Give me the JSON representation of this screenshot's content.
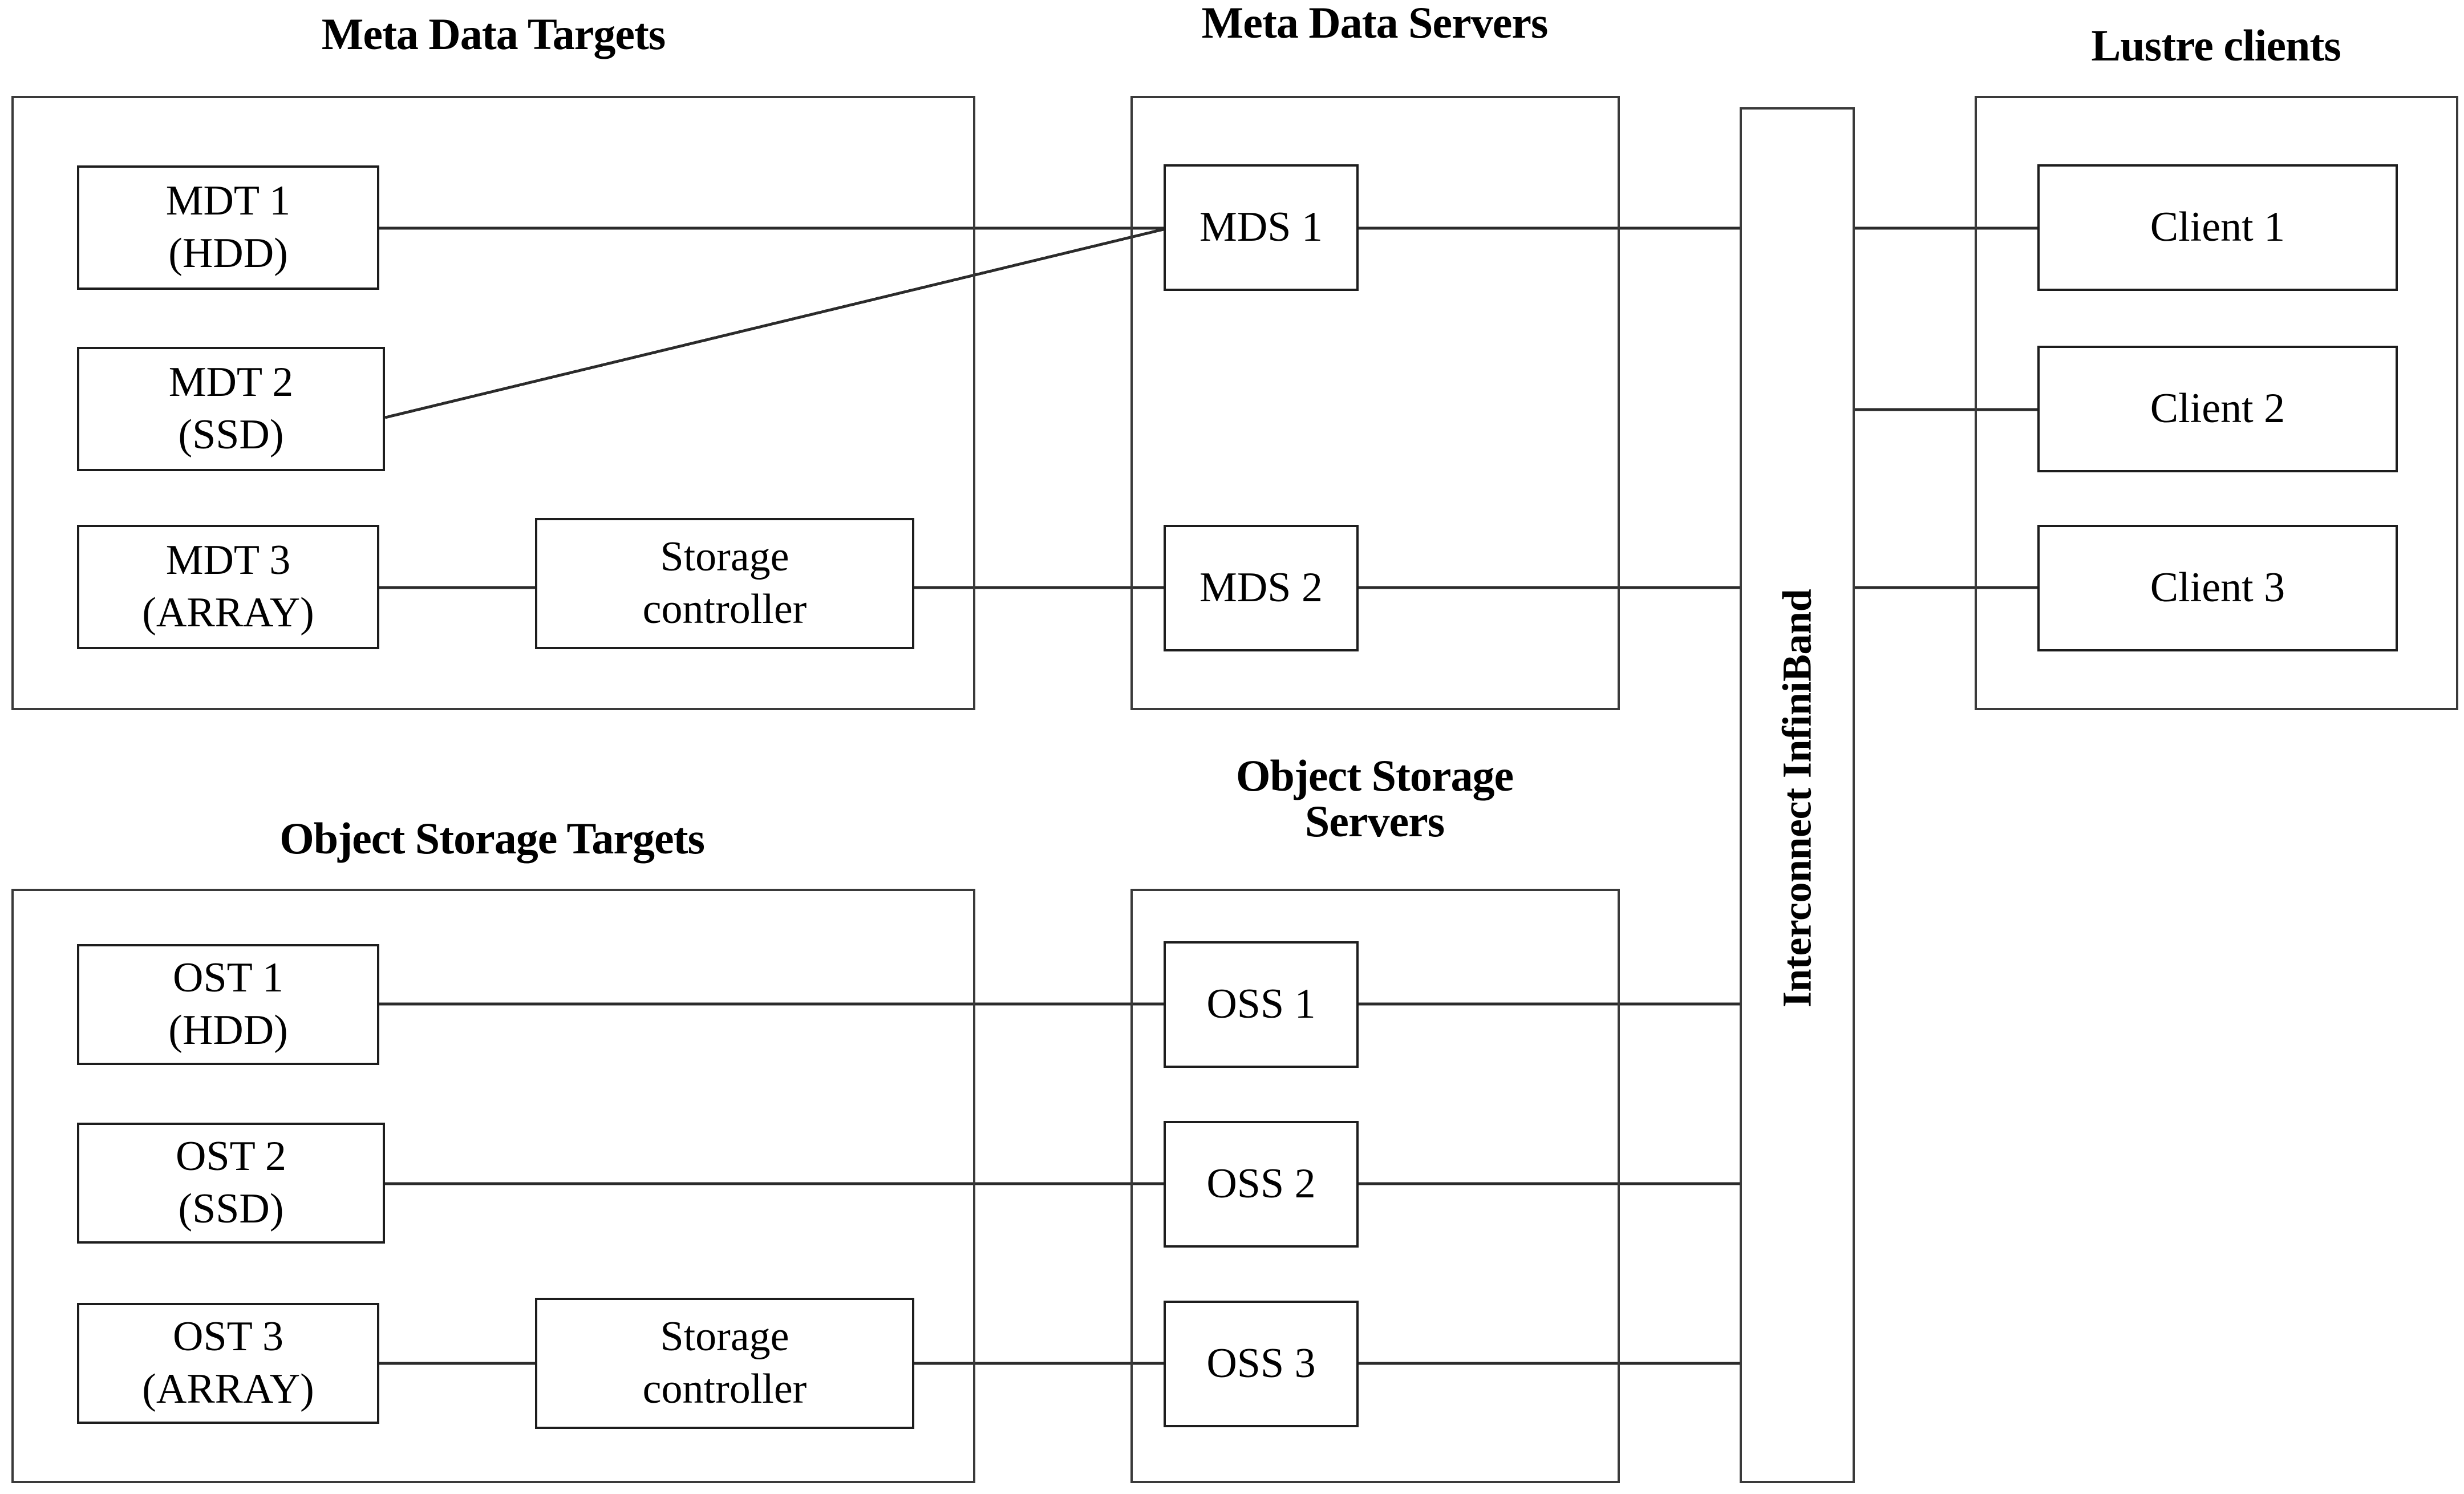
{
  "diagram": {
    "title_meta_data_targets": "Meta Data Targets",
    "title_meta_data_servers": "Meta Data Servers",
    "title_lustre_clients": "Lustre clients",
    "title_object_storage_targets": "Object Storage Targets",
    "title_object_storage_servers": "Object Storage\nServers",
    "interconnect_label": "Interconnect InfiniBand"
  },
  "meta_data_targets": {
    "nodes": [
      {
        "name": "MDT 1",
        "media": "(HDD)"
      },
      {
        "name": "MDT 2",
        "media": "(SSD)"
      },
      {
        "name": "MDT 3",
        "media": "(ARRAY)"
      }
    ],
    "storage_controller": {
      "line1": "Storage",
      "line2": "controller"
    }
  },
  "meta_data_servers": {
    "nodes": [
      {
        "name": "MDS 1"
      },
      {
        "name": "MDS 2"
      }
    ]
  },
  "object_storage_targets": {
    "nodes": [
      {
        "name": "OST 1",
        "media": "(HDD)"
      },
      {
        "name": "OST 2",
        "media": "(SSD)"
      },
      {
        "name": "OST 3",
        "media": "(ARRAY)"
      }
    ],
    "storage_controller": {
      "line1": "Storage",
      "line2": "controller"
    }
  },
  "object_storage_servers": {
    "nodes": [
      {
        "name": "OSS 1"
      },
      {
        "name": "OSS 2"
      },
      {
        "name": "OSS 3"
      }
    ]
  },
  "lustre_clients": {
    "nodes": [
      {
        "name": "Client 1"
      },
      {
        "name": "Client 2"
      },
      {
        "name": "Client 3"
      }
    ]
  },
  "colors": {
    "line": "#2b2b2b",
    "group_border": "#3a3a3a",
    "node_border": "#1d1d1d",
    "text": "#000000",
    "background": "#ffffff"
  }
}
